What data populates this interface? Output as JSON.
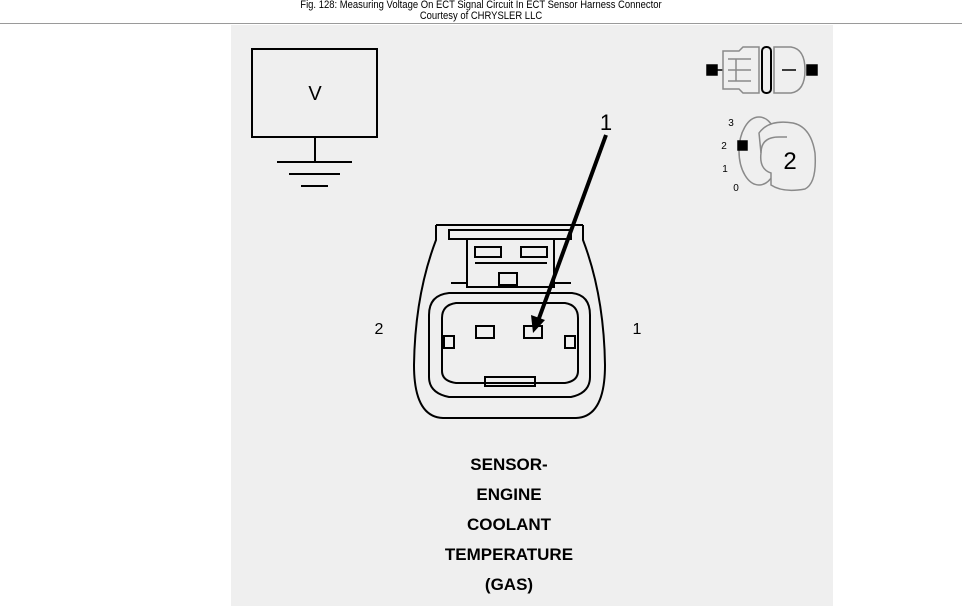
{
  "caption": {
    "line1": "Fig. 128: Measuring Voltage On ECT Signal Circuit In ECT Sensor Harness Connector",
    "line2": "Courtesy of CHRYSLER LLC"
  },
  "diagram": {
    "meter_label": "V",
    "callout_number": "1",
    "connector_pin_left": "2",
    "connector_pin_right": "1",
    "inset_callout": "2",
    "inset_scale_3": "3",
    "inset_scale_2": "2",
    "inset_scale_1": "1",
    "inset_scale_0": "0",
    "title_lines": [
      "SENSOR-",
      "ENGINE",
      "COOLANT",
      "TEMPERATURE",
      "(GAS)"
    ]
  }
}
